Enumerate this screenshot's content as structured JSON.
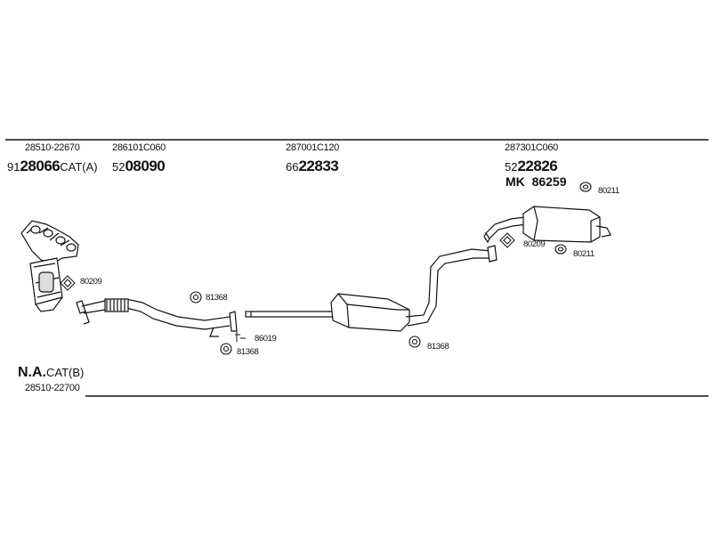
{
  "groups": [
    {
      "part_number": "28510-22670",
      "prefix": "91",
      "ref": "28066",
      "suffix": "CAT(A)"
    },
    {
      "part_number": "286101C060",
      "prefix": "52",
      "ref": "08090",
      "suffix": ""
    },
    {
      "part_number": "287001C120",
      "prefix": "66",
      "ref": "22833",
      "suffix": ""
    },
    {
      "part_number": "287301C060",
      "prefix": "52",
      "ref": "22826",
      "suffix": ""
    }
  ],
  "mk": {
    "label": "MK",
    "ref": "86259"
  },
  "na_cat": {
    "bold": "N.A.",
    "label": "CAT(B)",
    "part_number": "28510-22700"
  },
  "callouts": {
    "c1": "80209",
    "c2": "81368",
    "c3": "86019",
    "c4": "81368",
    "c5": "81368",
    "c6": "80211",
    "c7": "80209",
    "c8": "80211"
  }
}
